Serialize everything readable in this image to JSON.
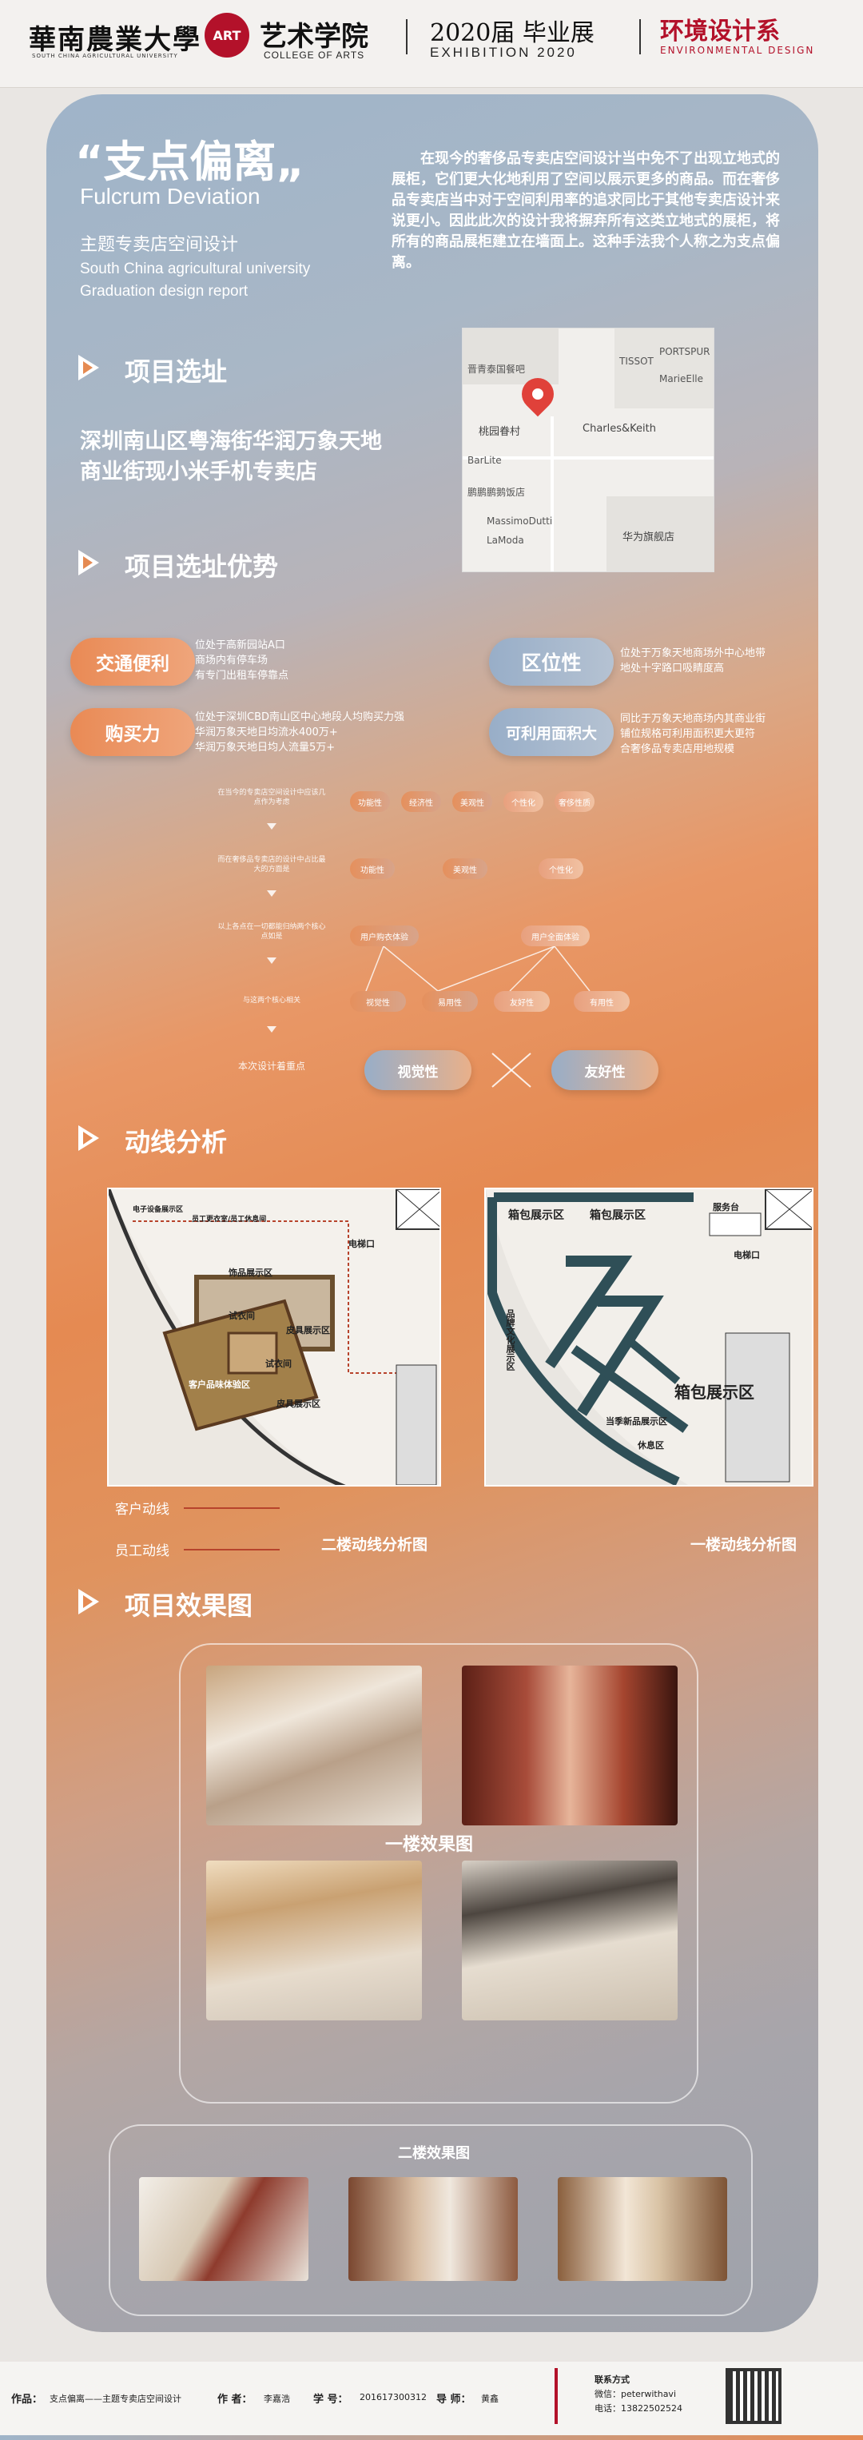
{
  "header": {
    "univ_cn": "華南農業大學",
    "univ_en": "SOUTH CHINA AGRICULTURAL UNIVERSITY",
    "art_badge": "ART",
    "college_cn": "艺术学院",
    "college_en": "COLLEGE OF ARTS",
    "exhibit_cn": "2020届 毕业展",
    "exhibit_en": "EXHIBITION 2020",
    "dept_cn": "环境设计系",
    "dept_en": "ENVIRONMENTAL DESIGN"
  },
  "hero": {
    "title_cn": "“支点偏离„",
    "title_en": "Fulcrum Deviation",
    "subtitle_cn": "主题专卖店空间设计",
    "subtitle_en_1": "South China agricultural university",
    "subtitle_en_2": "Graduation design report",
    "intro": "在现今的奢侈品专卖店空间设计当中免不了出现立地式的展柜，它们更大化地利用了空间以展示更多的商品。而在奢侈品专卖店当中对于空间利用率的追求同比于其他专卖店设计来说更小。因此此次的设计我将摒弃所有这类立地式的展柜，将所有的商品展柜建立在墙面上。这种手法我个人称之为支点偏离。"
  },
  "site": {
    "heading": "项目选址",
    "address_1": "深圳南山区粤海街华润万象天地",
    "address_2": "商业街现小米手机专卖店",
    "map_labels": [
      "晋青泰国餐吧",
      "PORTSPUR",
      "TISSOT",
      "MarieElle",
      "桃园眷村",
      "Charles&Keith",
      "BarLite",
      "鹏鹏鹏鹅饭店",
      "MassimoDutti",
      "LaModa",
      "华为旗舰店"
    ]
  },
  "advantages": {
    "heading": "项目选址优势",
    "traffic": {
      "label": "交通便利",
      "desc": [
        "位处于高新园站A口",
        "商场内有停车场",
        "有专门出租车停靠点"
      ]
    },
    "location": {
      "label": "区位性",
      "desc": [
        "位处于万象天地商场外中心地带",
        "地处十字路口吸睛度高"
      ]
    },
    "buying": {
      "label": "购买力",
      "desc": [
        "位处于深圳CBD南山区中心地段人均购买力强",
        "华润万象天地日均流水400万+",
        "华润万象天地日均人流量5万+"
      ]
    },
    "area": {
      "label": "可利用面积大",
      "desc": [
        "同比于万象天地商场内其商业街",
        "铺位规格可利用面积更大更符",
        "合奢侈品专卖店用地规模"
      ]
    }
  },
  "flow": {
    "row1_note": "在当今的专卖店空间设计中应该几点作为考虑",
    "row1": [
      "功能性",
      "经济性",
      "美观性",
      "个性化",
      "奢侈性质"
    ],
    "row2_note": "而在奢侈品专卖店的设计中占比最大的方面是",
    "row2": [
      "功能性",
      "美观性",
      "个性化"
    ],
    "row3_note": "以上各点在一切都能归纳两个核心点如是",
    "row3": [
      "用户购衣体验",
      "用户全面体验"
    ],
    "row4_note": "与这两个核心相关",
    "row4": [
      "视觉性",
      "易用性",
      "友好性",
      "有用性"
    ],
    "final_note": "本次设计着重点",
    "final": [
      "视觉性",
      "友好性"
    ]
  },
  "circulation": {
    "heading": "动线分析",
    "legend_customer": "客户动线",
    "legend_staff": "员工动线",
    "floor2_caption": "二楼动线分析图",
    "floor1_caption": "一楼动线分析图",
    "floor2_labels": [
      "电子设备展示区",
      "员工更衣室/员工休息间",
      "电梯口",
      "饰品展示区",
      "皮具展示区",
      "试衣间",
      "试衣间",
      "客户品味体验区",
      "皮具展示区"
    ],
    "floor1_labels": [
      "箱包展示区",
      "箱包展示区",
      "服务台",
      "电梯口",
      "品牌文化展示区",
      "箱包展示区",
      "当季新品展示区",
      "休息区"
    ]
  },
  "renders": {
    "heading": "项目效果图",
    "floor1_caption": "一楼效果图",
    "floor2_caption": "二楼效果图"
  },
  "footer": {
    "work_label": "作品：",
    "work_value": "支点偏离——主题专卖店空间设计",
    "author_label": "作 者：",
    "author_value": "李嘉浩",
    "id_label": "学 号：",
    "id_value": "201617300312",
    "advisor_label": "导 师：",
    "advisor_value": "黄鑫",
    "contact_title": "联系方式",
    "wechat": "微信：peterwithavi",
    "phone": "电话：13822502524"
  },
  "colors": {
    "accent_red": "#b3112a",
    "orange": "#e58a52",
    "blue": "#9fb4c9"
  }
}
